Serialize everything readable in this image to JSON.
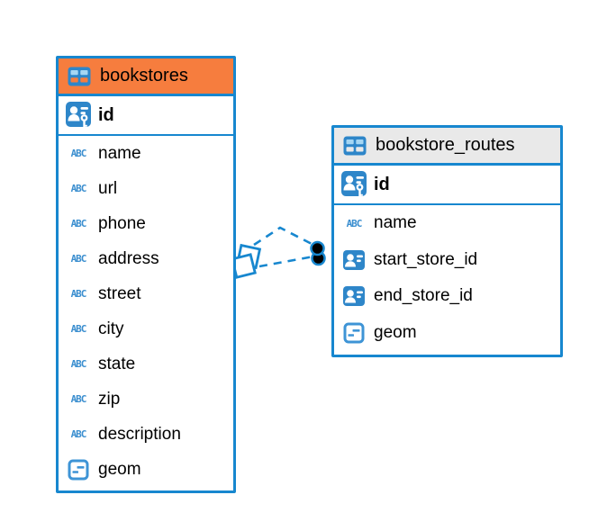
{
  "diagram_type": "entity-relationship",
  "glyphs": {
    "text": "ABC"
  },
  "colors": {
    "table_border": "#1787CF",
    "bookstores_header": "#F67D3E",
    "routes_header": "#E9E9E9",
    "icon_blue": "#2E86C9",
    "abc_blue": "#3A8ECF",
    "relationship_line": "#1787CF",
    "text": "#000000",
    "background": "#FFFFFF"
  },
  "tables": [
    {
      "name": "bookstores",
      "header_color": "#F67D3E",
      "primary_key": "id",
      "columns": [
        {
          "name": "name",
          "type": "text"
        },
        {
          "name": "url",
          "type": "text"
        },
        {
          "name": "phone",
          "type": "text"
        },
        {
          "name": "address",
          "type": "text"
        },
        {
          "name": "street",
          "type": "text"
        },
        {
          "name": "city",
          "type": "text"
        },
        {
          "name": "state",
          "type": "text"
        },
        {
          "name": "zip",
          "type": "text"
        },
        {
          "name": "description",
          "type": "text"
        },
        {
          "name": "geom",
          "type": "geometry"
        }
      ]
    },
    {
      "name": "bookstore_routes",
      "header_color": "#E9E9E9",
      "primary_key": "id",
      "columns": [
        {
          "name": "name",
          "type": "text"
        },
        {
          "name": "start_store_id",
          "type": "reference"
        },
        {
          "name": "end_store_id",
          "type": "reference"
        },
        {
          "name": "geom",
          "type": "geometry"
        }
      ]
    }
  ],
  "relationship": {
    "from_table": "bookstores",
    "to_table": "bookstore_routes",
    "foreign_key_columns": [
      "start_store_id",
      "end_store_id"
    ],
    "line_style": "dashed",
    "line_count": 2,
    "color": "#1787CF",
    "from_marker": "overlapping-white-squares",
    "to_marker": "stacked-filled-circles"
  }
}
